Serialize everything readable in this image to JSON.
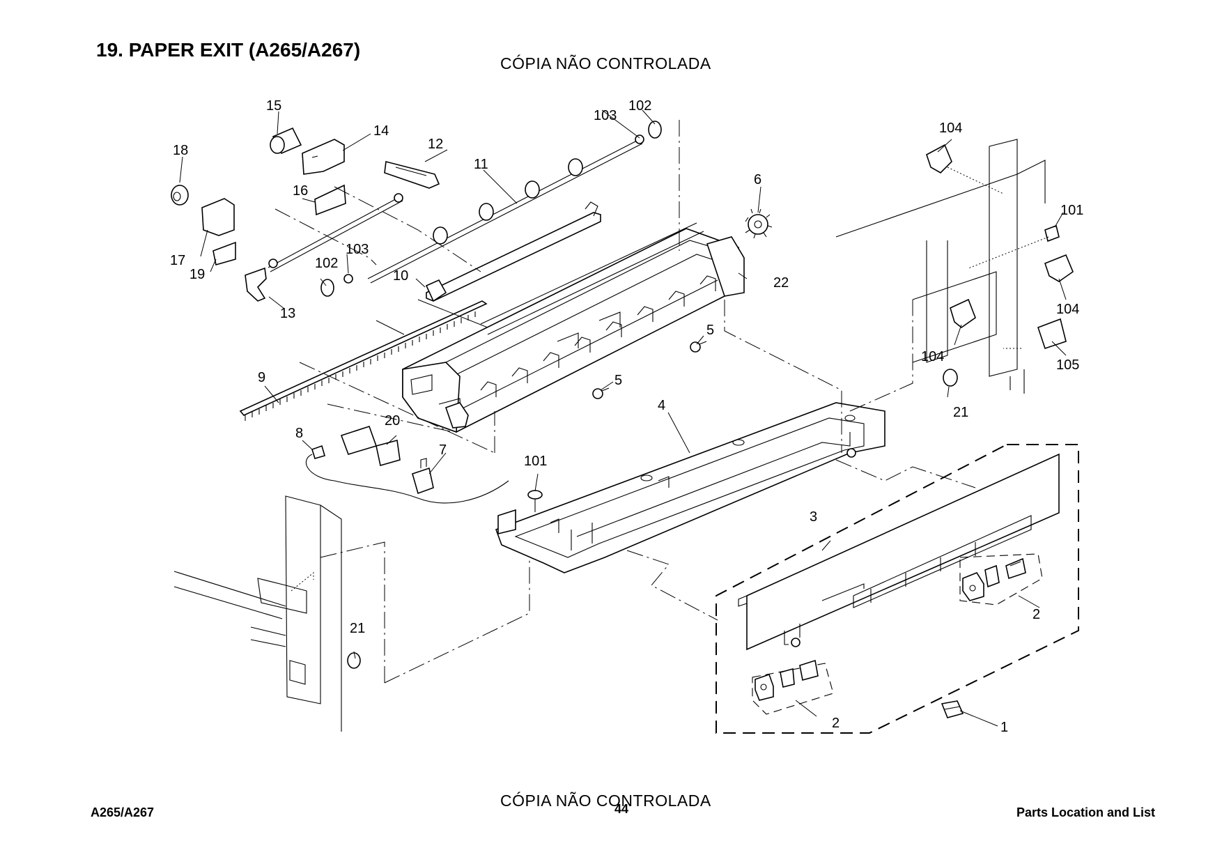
{
  "header": {
    "title": "19. PAPER EXIT (A265/A267)",
    "watermark": "CÓPIA NÃO CONTROLADA"
  },
  "footer": {
    "model": "A265/A267",
    "page_number": "44",
    "section": "Parts Location and List",
    "watermark": "CÓPIA NÃO CONTROLADA"
  },
  "callouts": {
    "c1": "1",
    "c2a": "2",
    "c2b": "2",
    "c3": "3",
    "c4": "4",
    "c5a": "5",
    "c5b": "5",
    "c6": "6",
    "c7": "7",
    "c8": "8",
    "c9": "9",
    "c10": "10",
    "c11": "11",
    "c12": "12",
    "c13": "13",
    "c14": "14",
    "c15": "15",
    "c16": "16",
    "c17": "17",
    "c18": "18",
    "c19": "19",
    "c20": "20",
    "c21a": "21",
    "c21b": "21",
    "c22": "22",
    "c101a": "101",
    "c101b": "101",
    "c102a": "102",
    "c102b": "102",
    "c103a": "103",
    "c103b": "103",
    "c104a": "104",
    "c104b": "104",
    "c104c": "104",
    "c105": "105"
  }
}
